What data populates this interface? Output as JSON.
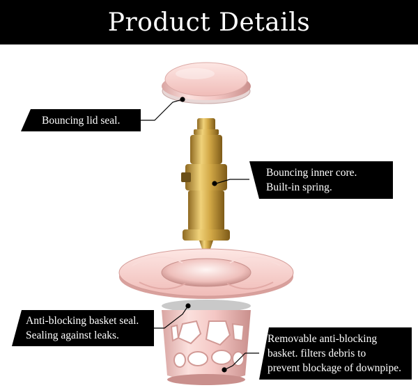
{
  "header": {
    "title": "Product Details"
  },
  "labels": {
    "lid": {
      "line1": "Bouncing lid seal."
    },
    "core": {
      "line1": "Bouncing inner core.",
      "line2": "Built-in spring."
    },
    "basket": {
      "line1": "Anti-blocking basket seal.",
      "line2": "Sealing against leaks."
    },
    "removable": {
      "line1": "Removable anti-blocking",
      "line2": "basket. filters debris to",
      "line3": "prevent blockage of downpipe."
    }
  },
  "colors": {
    "header_bg": "#000000",
    "header_text": "#ffffff",
    "rose_gold": "#f2c4c4",
    "brass": "#c9a14a",
    "label_bg": "#000000"
  }
}
